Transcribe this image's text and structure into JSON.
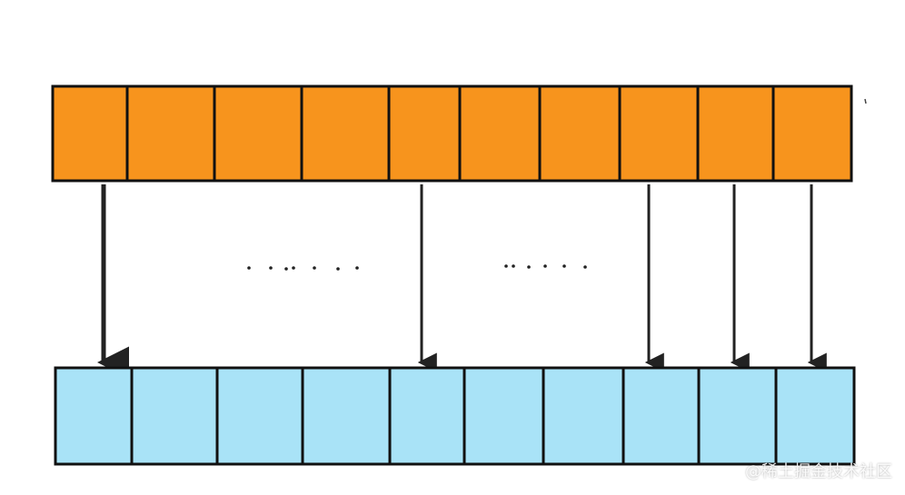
{
  "colors": {
    "top_cell_fill": "#f7941d",
    "bottom_cell_fill": "#a9e3f7",
    "stroke": "#111111",
    "arrow": "#222222",
    "dots": "#222222",
    "background": "#ffffff"
  },
  "diagram": {
    "top_row_cell_count": 10,
    "bottom_row_cell_count": 10,
    "arrows": [
      {
        "from_cell": 0,
        "to_cell": 0
      },
      {
        "from_cell": 4,
        "to_cell": 4
      },
      {
        "from_cell": 7,
        "to_cell": 7
      },
      {
        "from_cell": 8,
        "to_cell": 8
      },
      {
        "from_cell": 9,
        "to_cell": 9
      }
    ]
  },
  "watermark": {
    "text": "@稀土掘金技术社区"
  }
}
